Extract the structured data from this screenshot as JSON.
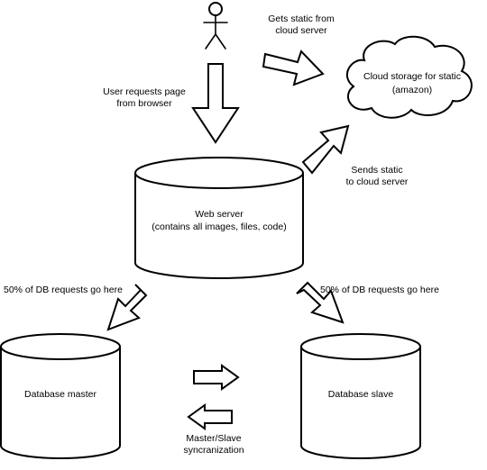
{
  "labels": {
    "gets_static_line1": "Gets static from",
    "gets_static_line2": "cloud server",
    "user_requests_line1": "User requests page",
    "user_requests_line2": "from browser",
    "cloud_line1": "Cloud storage for static",
    "cloud_line2": "(amazon)",
    "sends_static_line1": "Sends static",
    "sends_static_line2": "to cloud server",
    "web_server_line1": "Web server",
    "web_server_line2": "(contains all images, files, code)",
    "db_requests_left": "50% of DB requests go here",
    "db_requests_right": "50% of DB requests go here",
    "db_master": "Database master",
    "db_slave": "Database slave",
    "sync_line1": "Master/Slave",
    "sync_line2": "syncranization"
  }
}
